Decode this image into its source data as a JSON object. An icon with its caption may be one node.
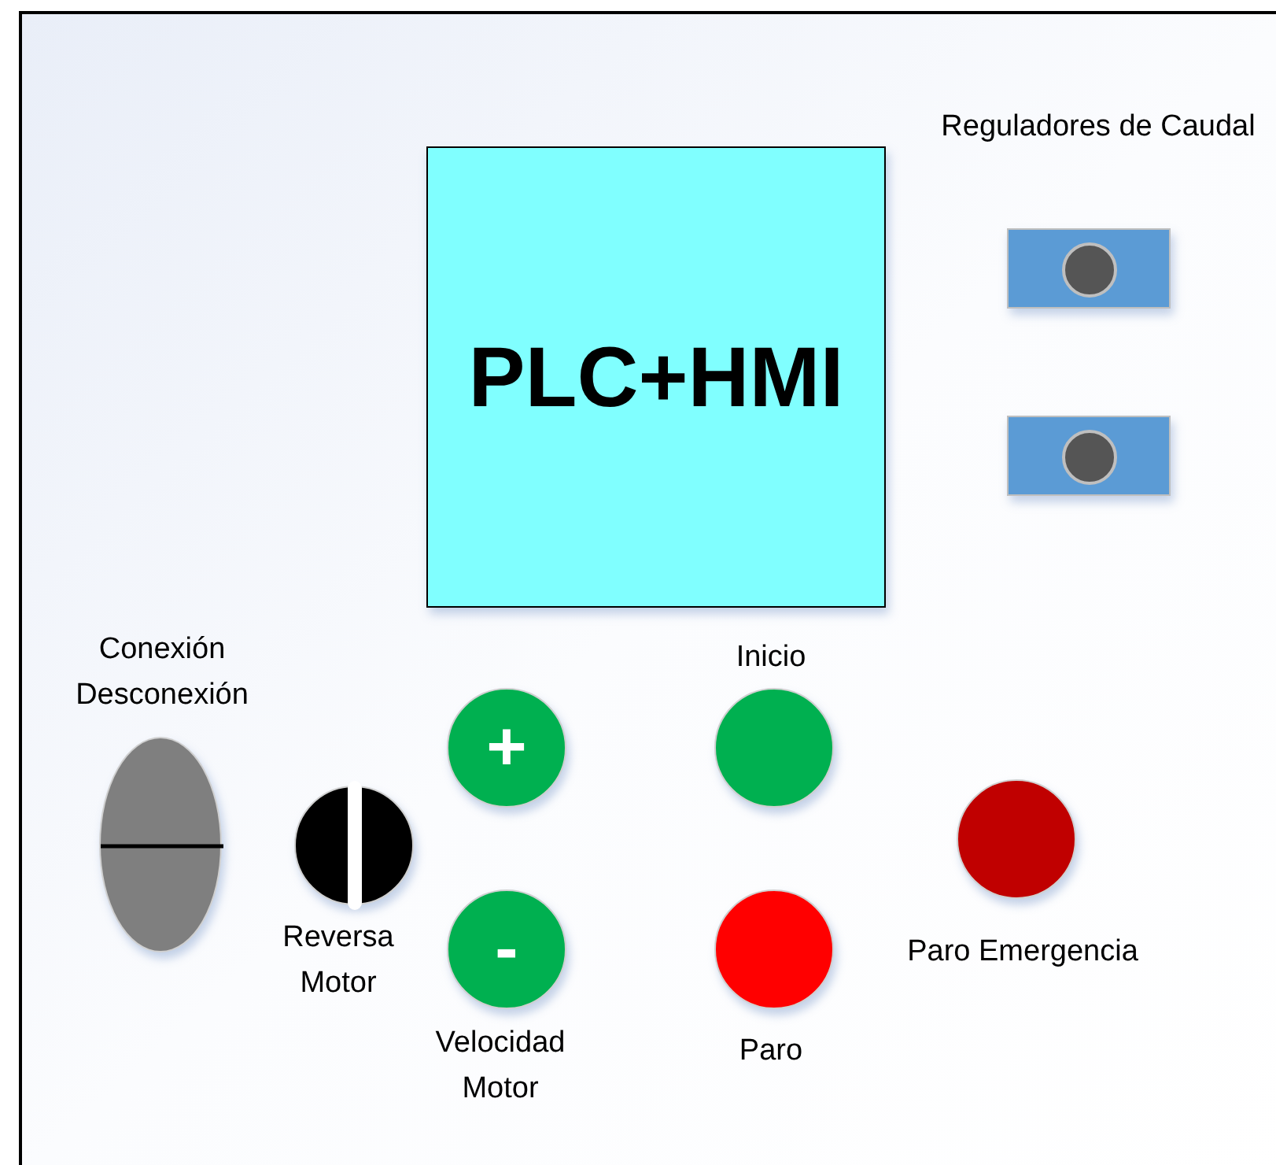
{
  "diagram": {
    "nodes": [
      {
        "text": [
          "PLC+HMI"
        ]
      },
      {
        "text": [],
        "shape": "box",
        "beside": [
          "Reguladores de Caudal"
        ]
      },
      {
        "text": [],
        "shape": "box"
      },
      {
        "text": [],
        "shape": "ellipse",
        "beside": [
          "Conexión Desconexión"
        ]
      },
      {
        "text": [],
        "shape": "circle",
        "beside": [
          "Reversa Motor"
        ]
      },
      {
        "text": [
          "+"
        ]
      },
      {
        "text": [
          "-"
        ],
        "beside": [
          "Velocidad Motor"
        ]
      },
      {
        "text": [],
        "shape": "circle",
        "beside": [
          "Inicio"
        ]
      },
      {
        "text": [],
        "shape": "circle",
        "beside": [
          "Paro"
        ]
      },
      {
        "text": [],
        "shape": "circle",
        "beside": [
          "Paro Emergencia"
        ]
      }
    ]
  }
}
